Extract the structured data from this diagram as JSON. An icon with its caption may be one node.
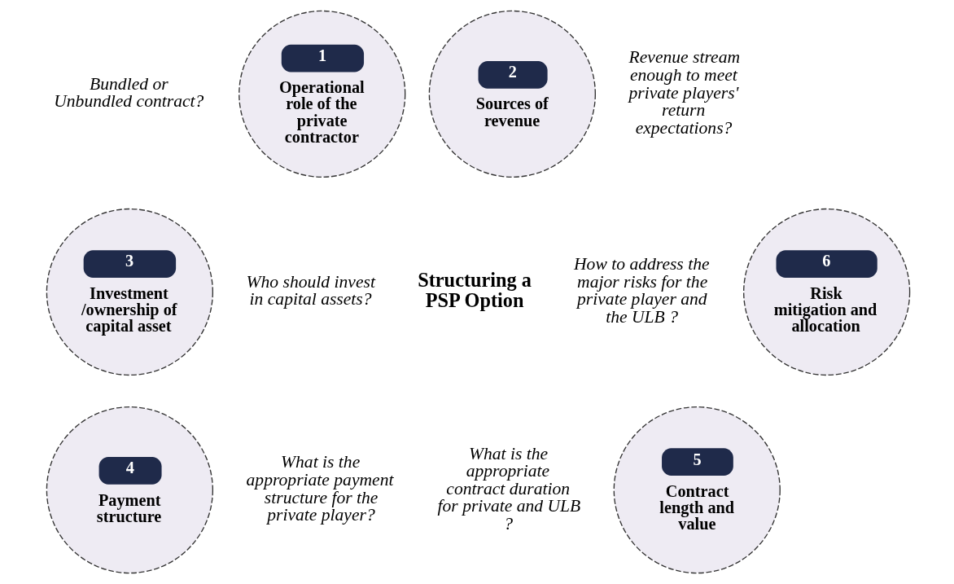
{
  "diagram": {
    "nodes": [
      {
        "text": [
          "1",
          "Operational role of the private contractor"
        ],
        "beside": [
          "Bundled or Unbundled contract?"
        ]
      },
      {
        "text": [
          "2",
          "Sources of revenue"
        ],
        "beside": [
          "Revenue stream enough to meet private players' return expectations?"
        ]
      },
      {
        "text": [
          "3",
          "Investment /ownership of capital asset"
        ],
        "beside": [
          "Who should invest in capital assets?"
        ]
      },
      {
        "text": [
          "4",
          "Payment structure"
        ],
        "beside": [
          "What is the appropriate payment structure for the private player?"
        ]
      },
      {
        "text": [
          "5",
          "Contract length and value"
        ],
        "beside": [
          "What is the appropriate contract duration for private and ULB ?"
        ]
      },
      {
        "text": [
          "6",
          "Risk mitigation and allocation"
        ],
        "beside": [
          "How to address the major risks for the private player and the ULB ?"
        ]
      }
    ],
    "edges": [],
    "labels": [
      "Structuring a PSP Option"
    ]
  }
}
